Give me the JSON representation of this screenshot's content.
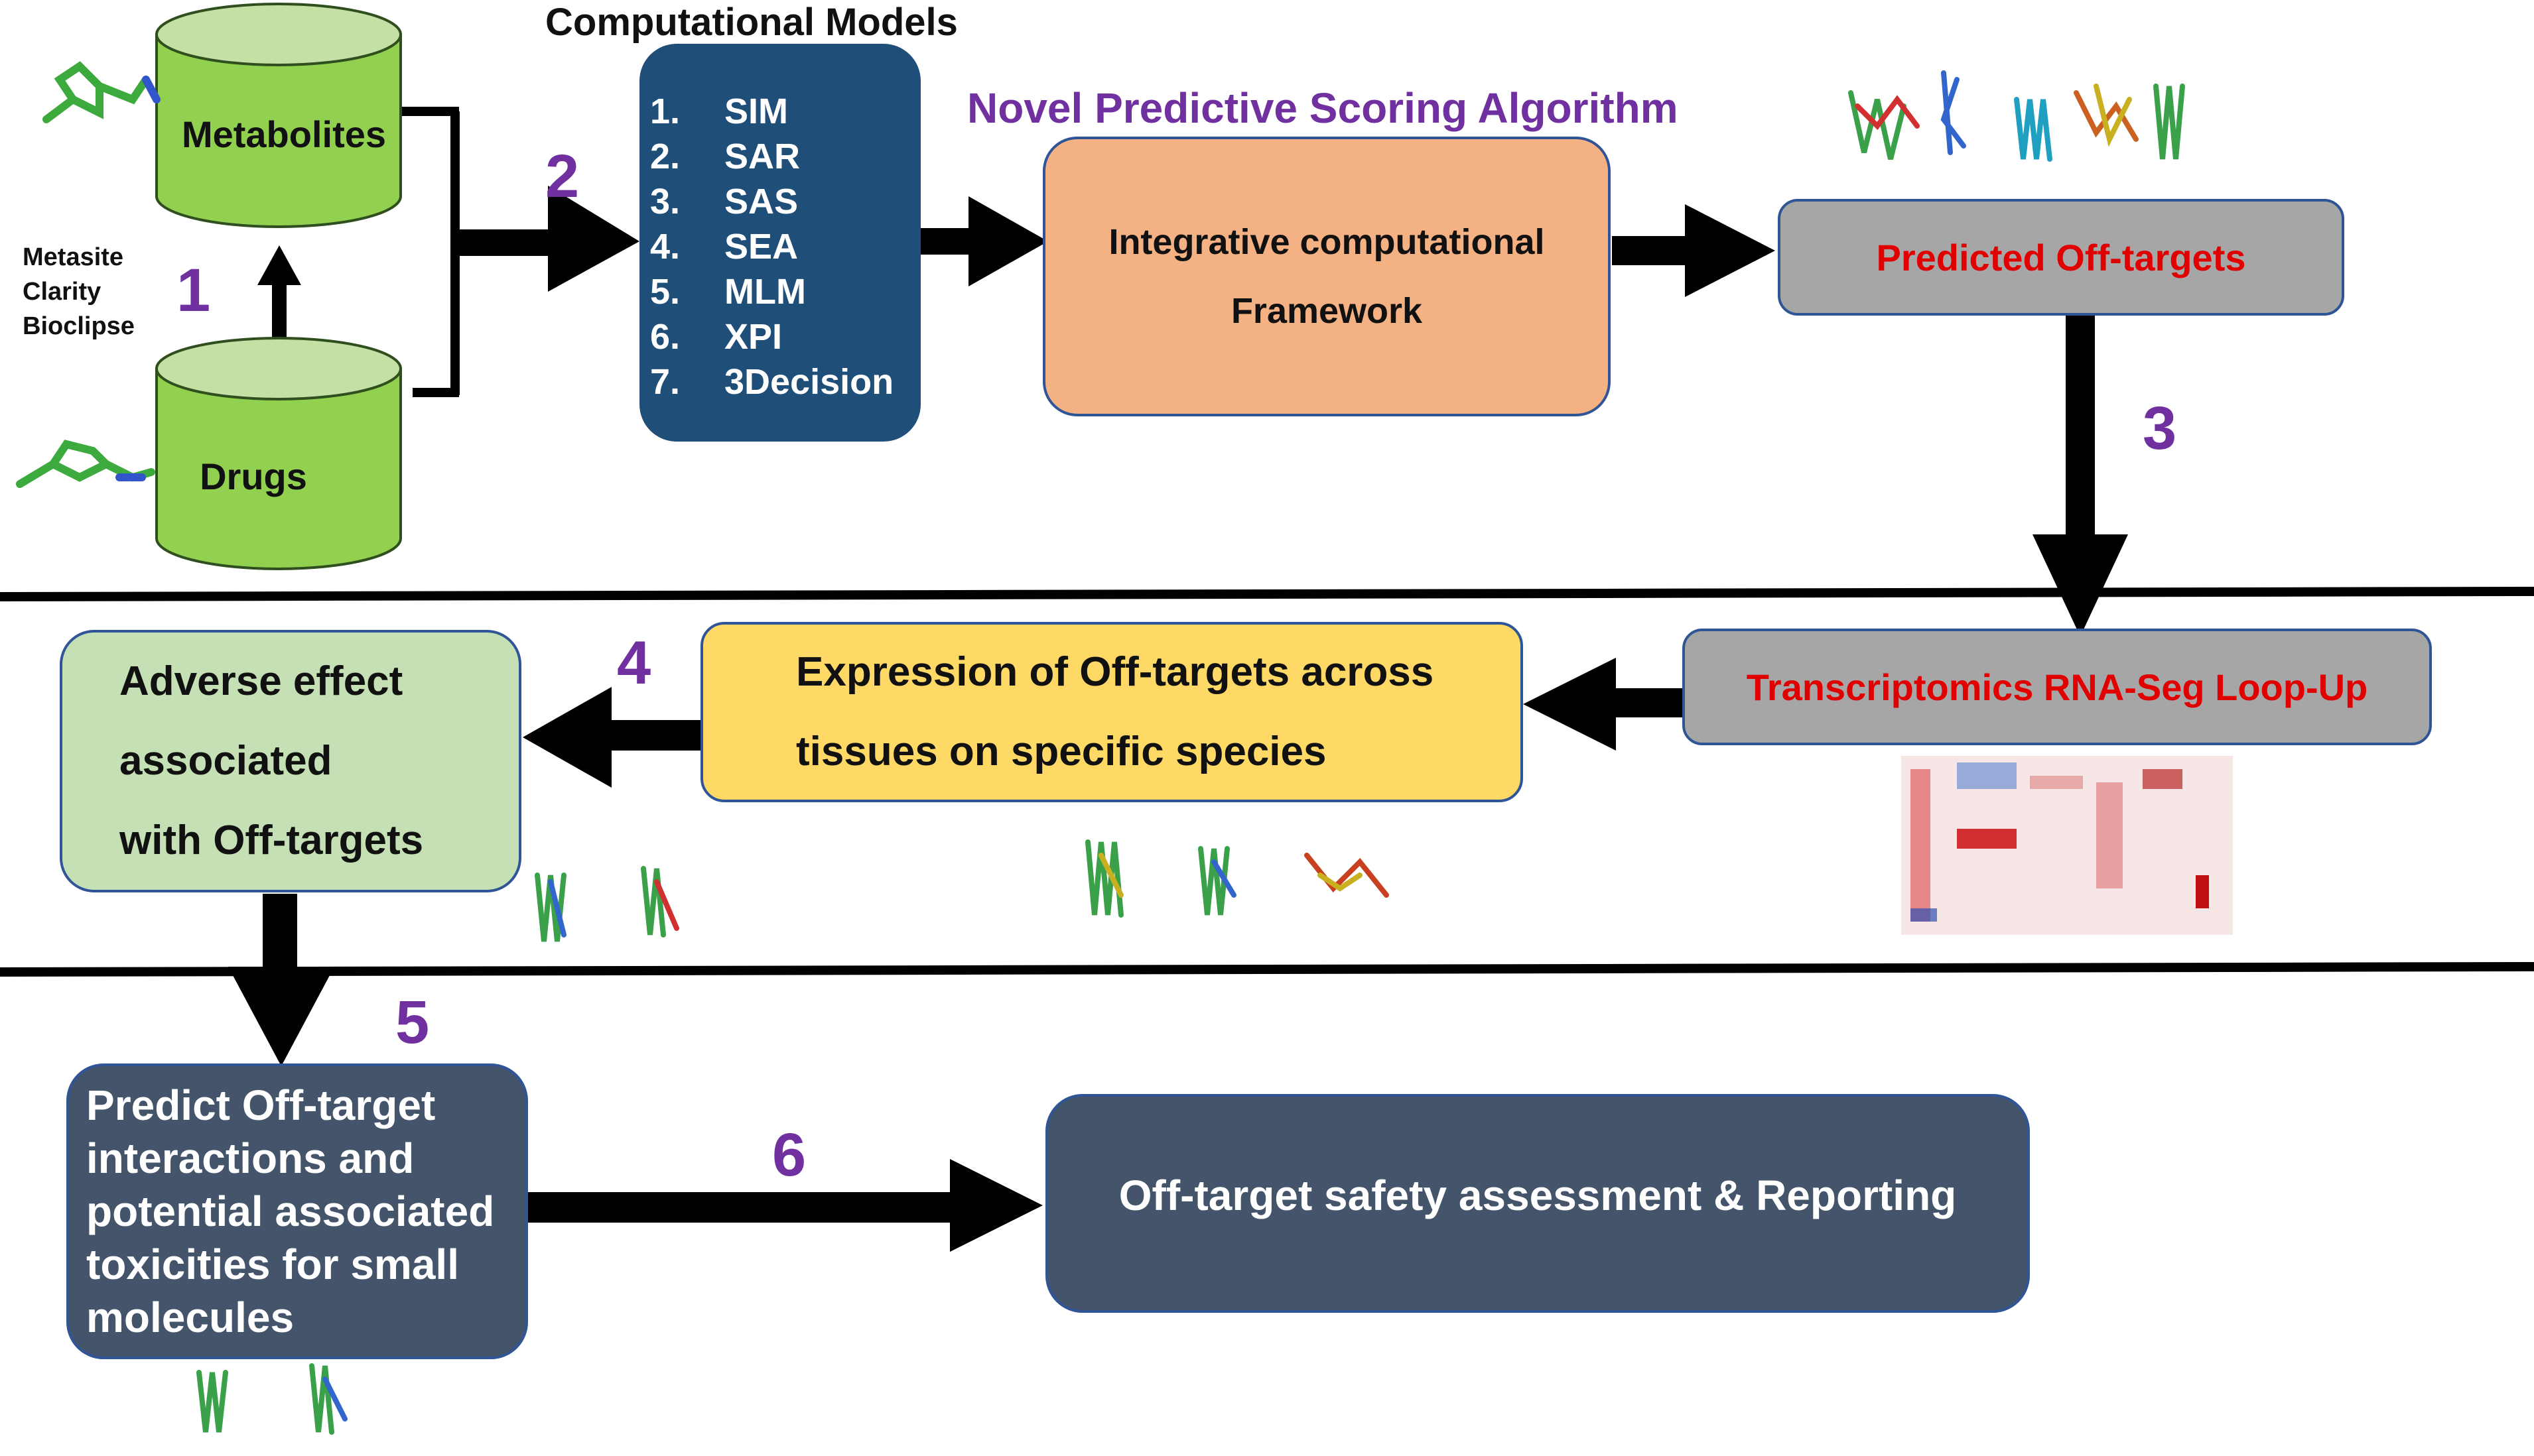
{
  "title": "Computational Models",
  "algorithm_label": "Novel Predictive Scoring Algorithm",
  "sources": {
    "metabolites": "Metabolites",
    "drugs": "Drugs",
    "tools": [
      "Metasite",
      "Clarity",
      "Bioclipse"
    ]
  },
  "models": [
    {
      "num": "1.",
      "name": "SIM"
    },
    {
      "num": "2.",
      "name": "SAR"
    },
    {
      "num": "3.",
      "name": "SAS"
    },
    {
      "num": "4.",
      "name": "SEA"
    },
    {
      "num": "5.",
      "name": "MLM"
    },
    {
      "num": "6.",
      "name": "XPI"
    },
    {
      "num": "7.",
      "name": "3Decision"
    }
  ],
  "framework": {
    "line1": "Integrative computational",
    "line2": "Framework"
  },
  "predicted": "Predicted Off-targets",
  "transcriptomics": "Transcriptomics RNA-Seg Loop-Up",
  "expression": {
    "line1": "Expression of Off-targets across",
    "line2": "tissues on specific species"
  },
  "adverse": {
    "line1": "Adverse effect",
    "line2": "associated",
    "line3": "with Off-targets"
  },
  "predict": {
    "line1": "Predict Off-target",
    "line2": "interactions and",
    "line3": "potential associated",
    "line4": "toxicities for small",
    "line5": "molecules"
  },
  "report": "Off-target safety assessment & Reporting",
  "steps": [
    "1",
    "2",
    "3",
    "4",
    "5",
    "6"
  ],
  "colors": {
    "cylinder": "#92d050",
    "cylinder_top": "#c5e0a5",
    "models": "#1f4e79",
    "framework": "#f4b183",
    "gray_box": "#a6a6a6",
    "expression": "#ffd966",
    "adverse": "#c5e0b4",
    "dark_box": "#44546a",
    "step": "#7030a0",
    "red_text": "#e00000"
  }
}
